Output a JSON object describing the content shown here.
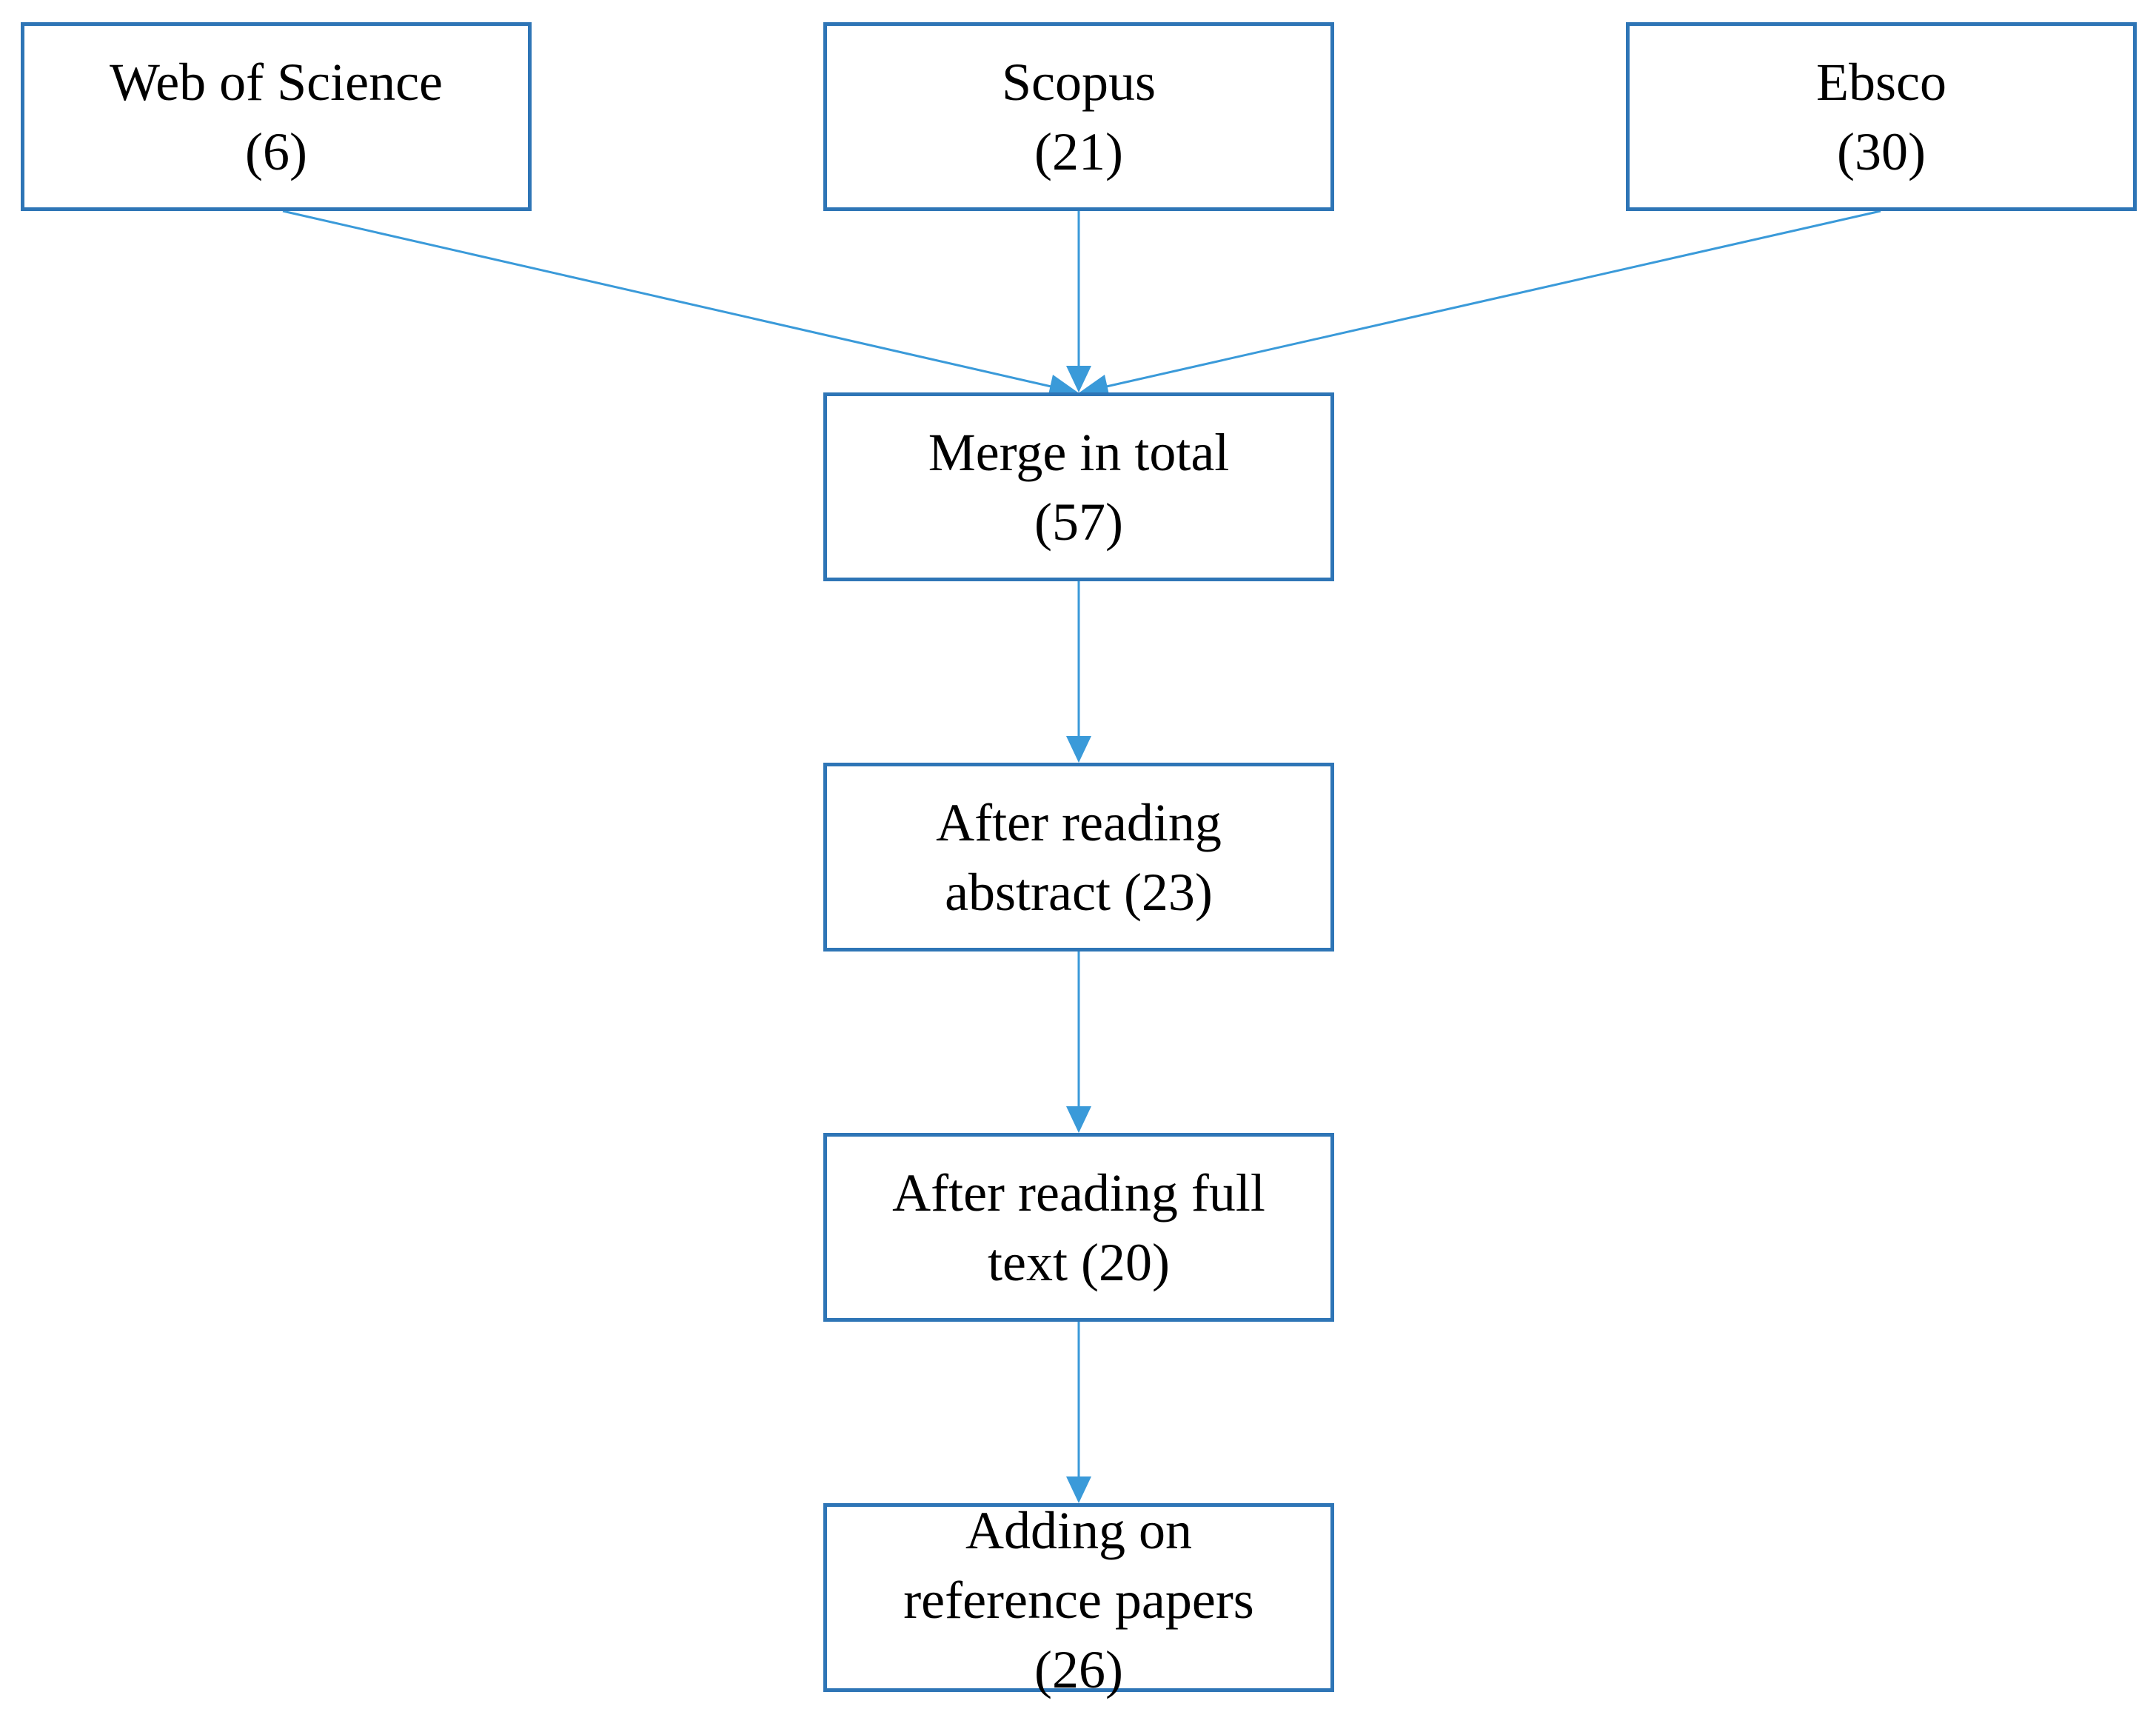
{
  "nodes": {
    "wos": {
      "line1": "Web of Science",
      "line2": "(6)"
    },
    "scopus": {
      "line1": "Scopus",
      "line2": "(21)"
    },
    "ebsco": {
      "line1": "Ebsco",
      "line2": "(30)"
    },
    "merge": {
      "line1": "Merge in total",
      "line2": "(57)"
    },
    "abstract": {
      "line1": "After reading",
      "line2": "abstract (23)"
    },
    "fulltext": {
      "line1": "After reading full",
      "line2": "text (20)"
    },
    "adding": {
      "line1": "Adding on",
      "line2": "reference papers",
      "line3": "(26)"
    }
  },
  "colors": {
    "box_border": "#2E75B6",
    "arrow": "#3A9AD9",
    "text": "#000000"
  }
}
